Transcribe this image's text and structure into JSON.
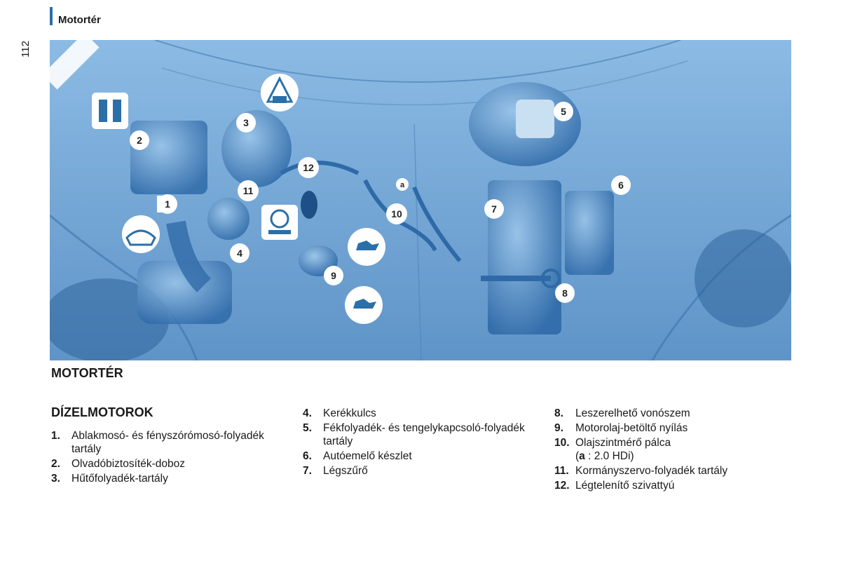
{
  "header": {
    "title": "Motortér",
    "page_number": "112"
  },
  "figure": {
    "callouts": [
      "1",
      "2",
      "3",
      "4",
      "5",
      "6",
      "7",
      "8",
      "9",
      "10",
      "11",
      "12",
      "a"
    ],
    "colors": {
      "background": "#7aaad6",
      "accent": "#2b6fa8",
      "component": "#3d7fbf"
    }
  },
  "section_title": "MOTORTÉR",
  "subsection_title": "DÍZELMOTOROK",
  "items": [
    {
      "num": "1.",
      "text": "Ablakmosó- és fényszórómosó-folyadék tartály"
    },
    {
      "num": "2.",
      "text": "Olvadóbiztosíték-doboz"
    },
    {
      "num": "3.",
      "text": "Hűtőfolyadék-tartály"
    },
    {
      "num": "4.",
      "text": "Kerékkulcs"
    },
    {
      "num": "5.",
      "text": "Fékfolyadék- és tengelykapcsoló-folyadék tartály"
    },
    {
      "num": "6.",
      "text": "Autóemelő készlet"
    },
    {
      "num": "7.",
      "text": "Légszűrő"
    },
    {
      "num": "8.",
      "text": "Leszerelhető vonószem"
    },
    {
      "num": "9.",
      "text": "Motorolaj-betöltő nyílás"
    },
    {
      "num": "10.",
      "text": "Olajszintmérő pálca",
      "text_extra_prefix": "(",
      "text_extra_bold": "a",
      "text_extra_suffix": " : 2.0 HDi)"
    },
    {
      "num": "11.",
      "text": "Kormányszervo-folyadék tartály"
    },
    {
      "num": "12.",
      "text": "Légtelenítő szivattyú"
    }
  ]
}
